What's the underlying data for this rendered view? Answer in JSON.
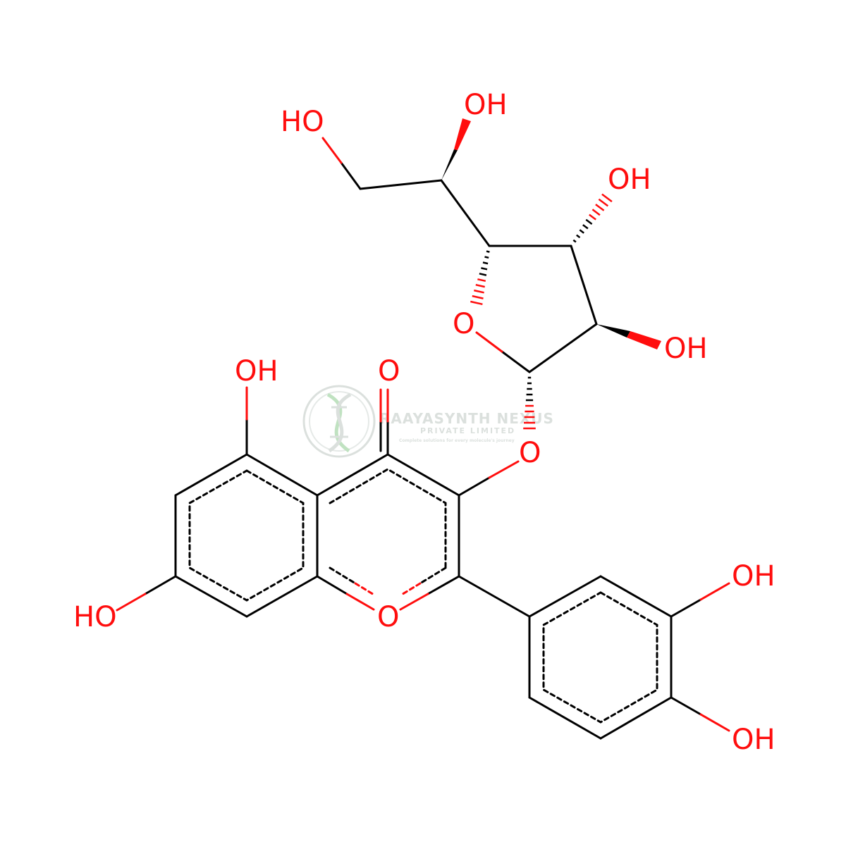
{
  "molecule": {
    "labels": {
      "oh_top": "OH",
      "ho_top": "HO",
      "oh_sugar_upper": "OH",
      "o_ring": "O",
      "oh_sugar_lower": "OH",
      "o_carbonyl": "O",
      "oh_5": "OH",
      "o_link": "O",
      "o_pyran": "O",
      "ho_7": "HO",
      "oh_3p": "OH",
      "oh_4p": "OH"
    }
  },
  "watermark": {
    "company": "RAAYASYNTH NEXUS",
    "subtitle": "PRIVATE LIMITED",
    "tagline": "Complete solutions for every molecule's journey"
  },
  "colors": {
    "bond": "#000000",
    "oxygen": "#ff0d0d",
    "watermark": "#9aa8a0",
    "watermark_accent": "#4caf50"
  }
}
